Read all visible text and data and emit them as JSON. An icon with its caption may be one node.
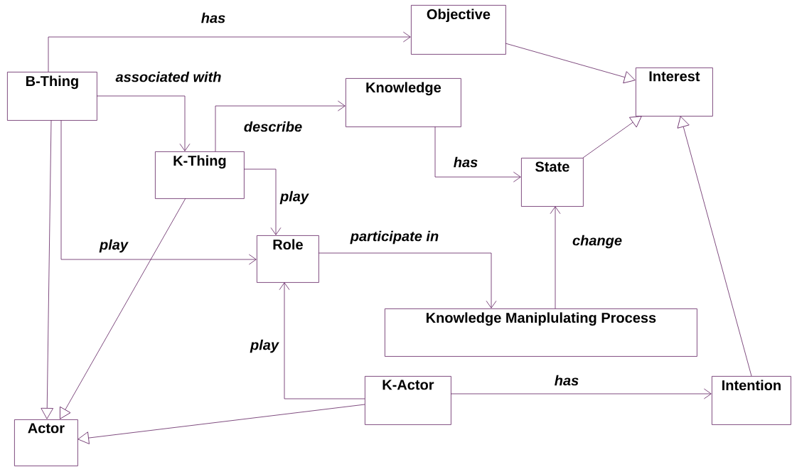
{
  "diagram": {
    "nodes": [
      {
        "text": [
          "Objective"
        ]
      },
      {
        "text": [
          "B-Thing"
        ]
      },
      {
        "text": [
          "Interest"
        ]
      },
      {
        "text": [
          "Knowledge"
        ]
      },
      {
        "text": [
          "K-Thing"
        ]
      },
      {
        "text": [
          "State"
        ]
      },
      {
        "text": [
          "Role"
        ]
      },
      {
        "text": [
          "Knowledge Maniplulating Process"
        ]
      },
      {
        "text": [
          "K-Actor"
        ]
      },
      {
        "text": [
          "Intention"
        ]
      },
      {
        "text": [
          "Actor"
        ]
      }
    ],
    "edges": [
      {
        "from": 1,
        "to": 0,
        "arrow": "to",
        "label": "has"
      },
      {
        "from": 1,
        "to": 4,
        "arrow": "to",
        "label": "associated with"
      },
      {
        "from": 4,
        "to": 3,
        "arrow": "to",
        "label": "describe"
      },
      {
        "from": 4,
        "to": 6,
        "arrow": "to",
        "label": "play"
      },
      {
        "from": 1,
        "to": 6,
        "arrow": "to",
        "label": "play"
      },
      {
        "from": 1,
        "to": 10,
        "arrow": "to"
      },
      {
        "from": 4,
        "to": 10,
        "arrow": "to"
      },
      {
        "from": 6,
        "to": 7,
        "arrow": "to",
        "label": "participate in"
      },
      {
        "from": 7,
        "to": 5,
        "arrow": "to",
        "label": "change"
      },
      {
        "from": 3,
        "to": 5,
        "arrow": "to",
        "label": "has"
      },
      {
        "from": 5,
        "to": 2,
        "arrow": "to"
      },
      {
        "from": 0,
        "to": 2,
        "arrow": "to"
      },
      {
        "from": 9,
        "to": 2,
        "arrow": "to"
      },
      {
        "from": 8,
        "to": 6,
        "arrow": "to",
        "label": "play"
      },
      {
        "from": 8,
        "to": 10,
        "arrow": "to"
      },
      {
        "from": 8,
        "to": 9,
        "arrow": "to",
        "label": "has"
      }
    ]
  }
}
